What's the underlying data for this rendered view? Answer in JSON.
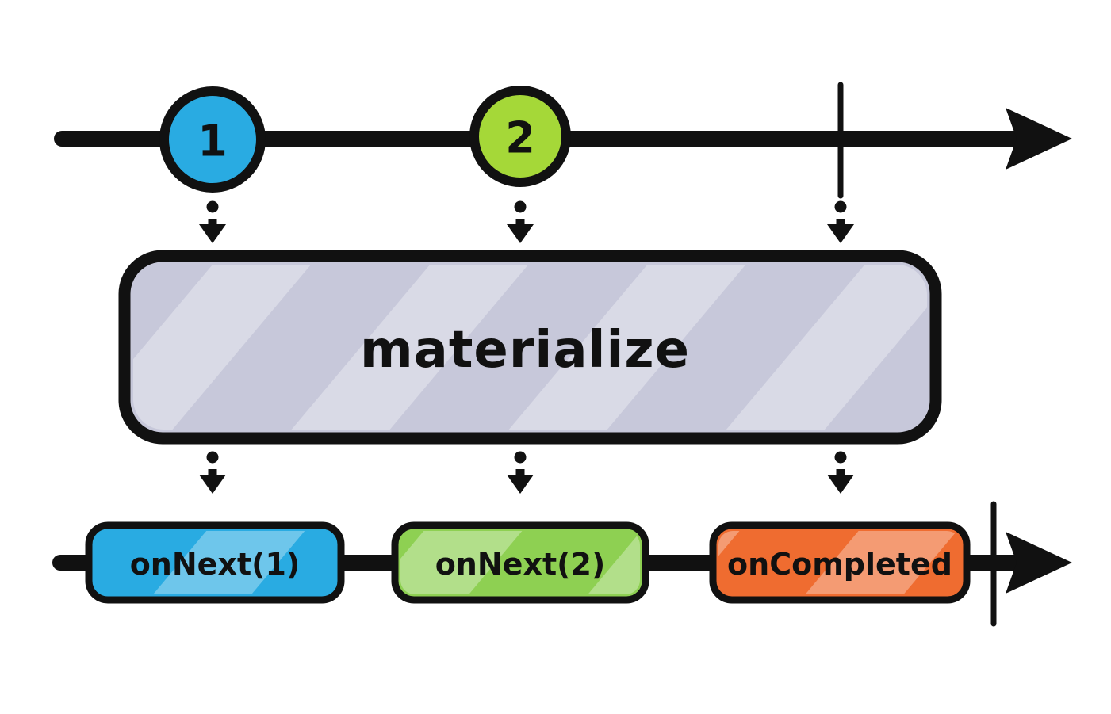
{
  "diagram": {
    "operator": {
      "label": "materialize",
      "fill": "#c7c8da",
      "stripe_highlight": "#d8d9e6"
    },
    "input": {
      "events": [
        {
          "label": "1",
          "color": "#29abe2"
        },
        {
          "label": "2",
          "color": "#a5d838"
        }
      ],
      "completed": true
    },
    "output": {
      "events": [
        {
          "label": "onNext(1)",
          "color": "#29abe2"
        },
        {
          "label": "onNext(2)",
          "color": "#8ed052"
        },
        {
          "label": "onCompleted",
          "color": "#ef6c30"
        }
      ],
      "completed": true
    },
    "colors": {
      "stroke": "#111111",
      "background": "#ffffff"
    }
  }
}
